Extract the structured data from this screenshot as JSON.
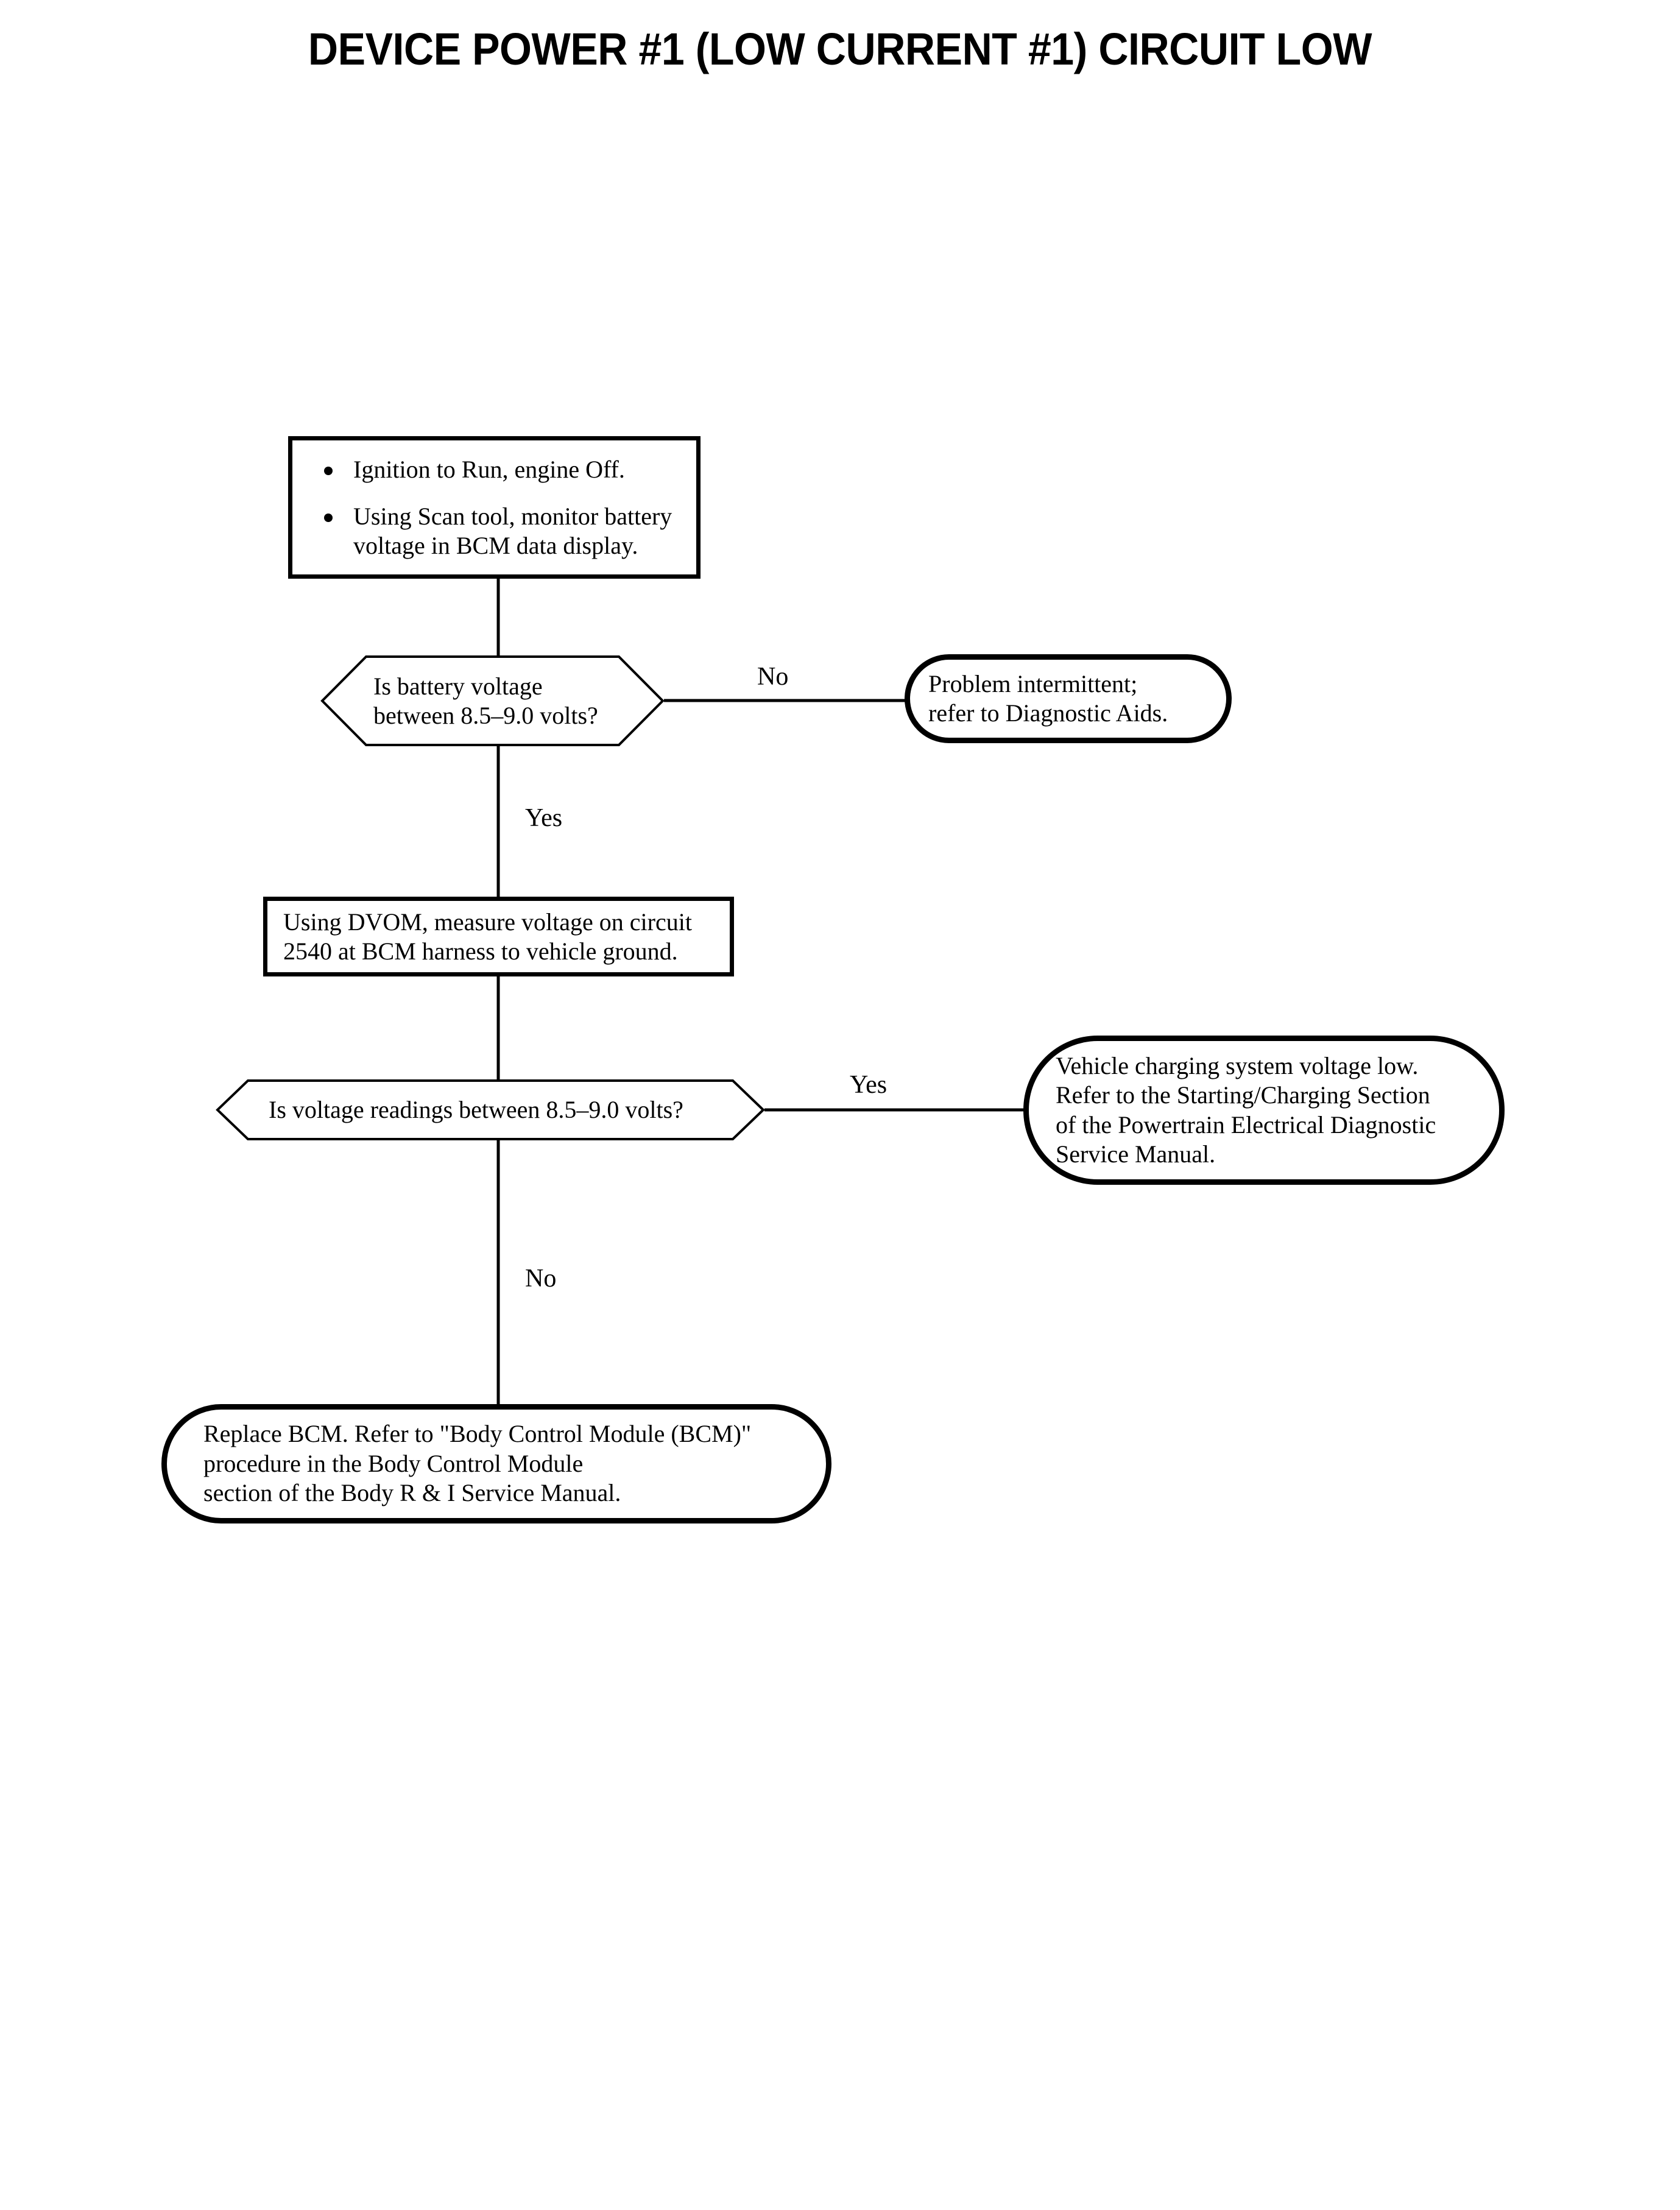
{
  "page": {
    "title": "DEVICE POWER #1 (LOW CURRENT #1) CIRCUIT LOW",
    "background_color": "#ffffff",
    "line_color": "#000000",
    "text_color": "#000000"
  },
  "chart_data": {
    "type": "diagram",
    "diagram_kind": "flowchart",
    "title": "DEVICE POWER #1 (LOW CURRENT #1) CIRCUIT LOW",
    "orientation": "top-to-bottom",
    "nodes": [
      {
        "id": "step1",
        "shape": "process",
        "style": "rectangle",
        "bullets": [
          "Ignition to Run, engine Off.",
          "Using Scan tool, monitor battery voltage in BCM data display."
        ]
      },
      {
        "id": "decision1",
        "shape": "decision",
        "style": "hexagon",
        "text": "Is battery voltage\nbetween 8.5–9.0 volts?"
      },
      {
        "id": "terminal1",
        "shape": "terminal",
        "style": "rounded",
        "text": "Problem intermittent;\nrefer to Diagnostic Aids."
      },
      {
        "id": "step2",
        "shape": "process",
        "style": "rectangle",
        "text": "Using DVOM, measure voltage on circuit\n2540 at BCM harness to vehicle ground."
      },
      {
        "id": "decision2",
        "shape": "decision",
        "style": "hexagon",
        "text": "Is voltage readings between 8.5–9.0 volts?"
      },
      {
        "id": "terminal2",
        "shape": "terminal",
        "style": "rounded",
        "text": "Vehicle charging system voltage low.\nRefer to the Starting/Charging Section\nof the Powertrain Electrical Diagnostic\nService Manual."
      },
      {
        "id": "terminal3",
        "shape": "terminal",
        "style": "rounded",
        "text": "Replace BCM. Refer to \"Body Control Module (BCM)\"\nprocedure in the Body Control Module\nsection of the Body R & I Service Manual."
      }
    ],
    "edges": [
      {
        "from": "step1",
        "to": "decision1",
        "label": "",
        "direction": "down"
      },
      {
        "from": "decision1",
        "to": "terminal1",
        "label": "No",
        "direction": "right"
      },
      {
        "from": "decision1",
        "to": "step2",
        "label": "Yes",
        "direction": "down"
      },
      {
        "from": "step2",
        "to": "decision2",
        "label": "",
        "direction": "down"
      },
      {
        "from": "decision2",
        "to": "terminal2",
        "label": "Yes",
        "direction": "right"
      },
      {
        "from": "decision2",
        "to": "terminal3",
        "label": "No",
        "direction": "down"
      }
    ]
  },
  "nodes": {
    "step1": {
      "bullet1": "Ignition to Run, engine Off.",
      "bullet2": "Using Scan tool, monitor battery voltage in BCM data display."
    },
    "decision1": {
      "text": "Is battery voltage\nbetween 8.5–9.0 volts?"
    },
    "terminal1": {
      "text": "Problem intermittent;\nrefer to Diagnostic Aids."
    },
    "step2": {
      "text": "Using DVOM, measure voltage on circuit\n2540 at BCM harness to vehicle ground."
    },
    "decision2": {
      "text": "Is voltage readings between 8.5–9.0 volts?"
    },
    "terminal2": {
      "text": "Vehicle charging system voltage low.\nRefer to the Starting/Charging Section\nof the Powertrain Electrical Diagnostic\nService Manual."
    },
    "terminal3": {
      "text": "Replace BCM. Refer to \"Body Control Module (BCM)\"\nprocedure in the Body Control Module\nsection of the Body R & I Service Manual."
    }
  },
  "edge_labels": {
    "decision1_no": "No",
    "decision1_yes": "Yes",
    "decision2_yes": "Yes",
    "decision2_no": "No"
  }
}
